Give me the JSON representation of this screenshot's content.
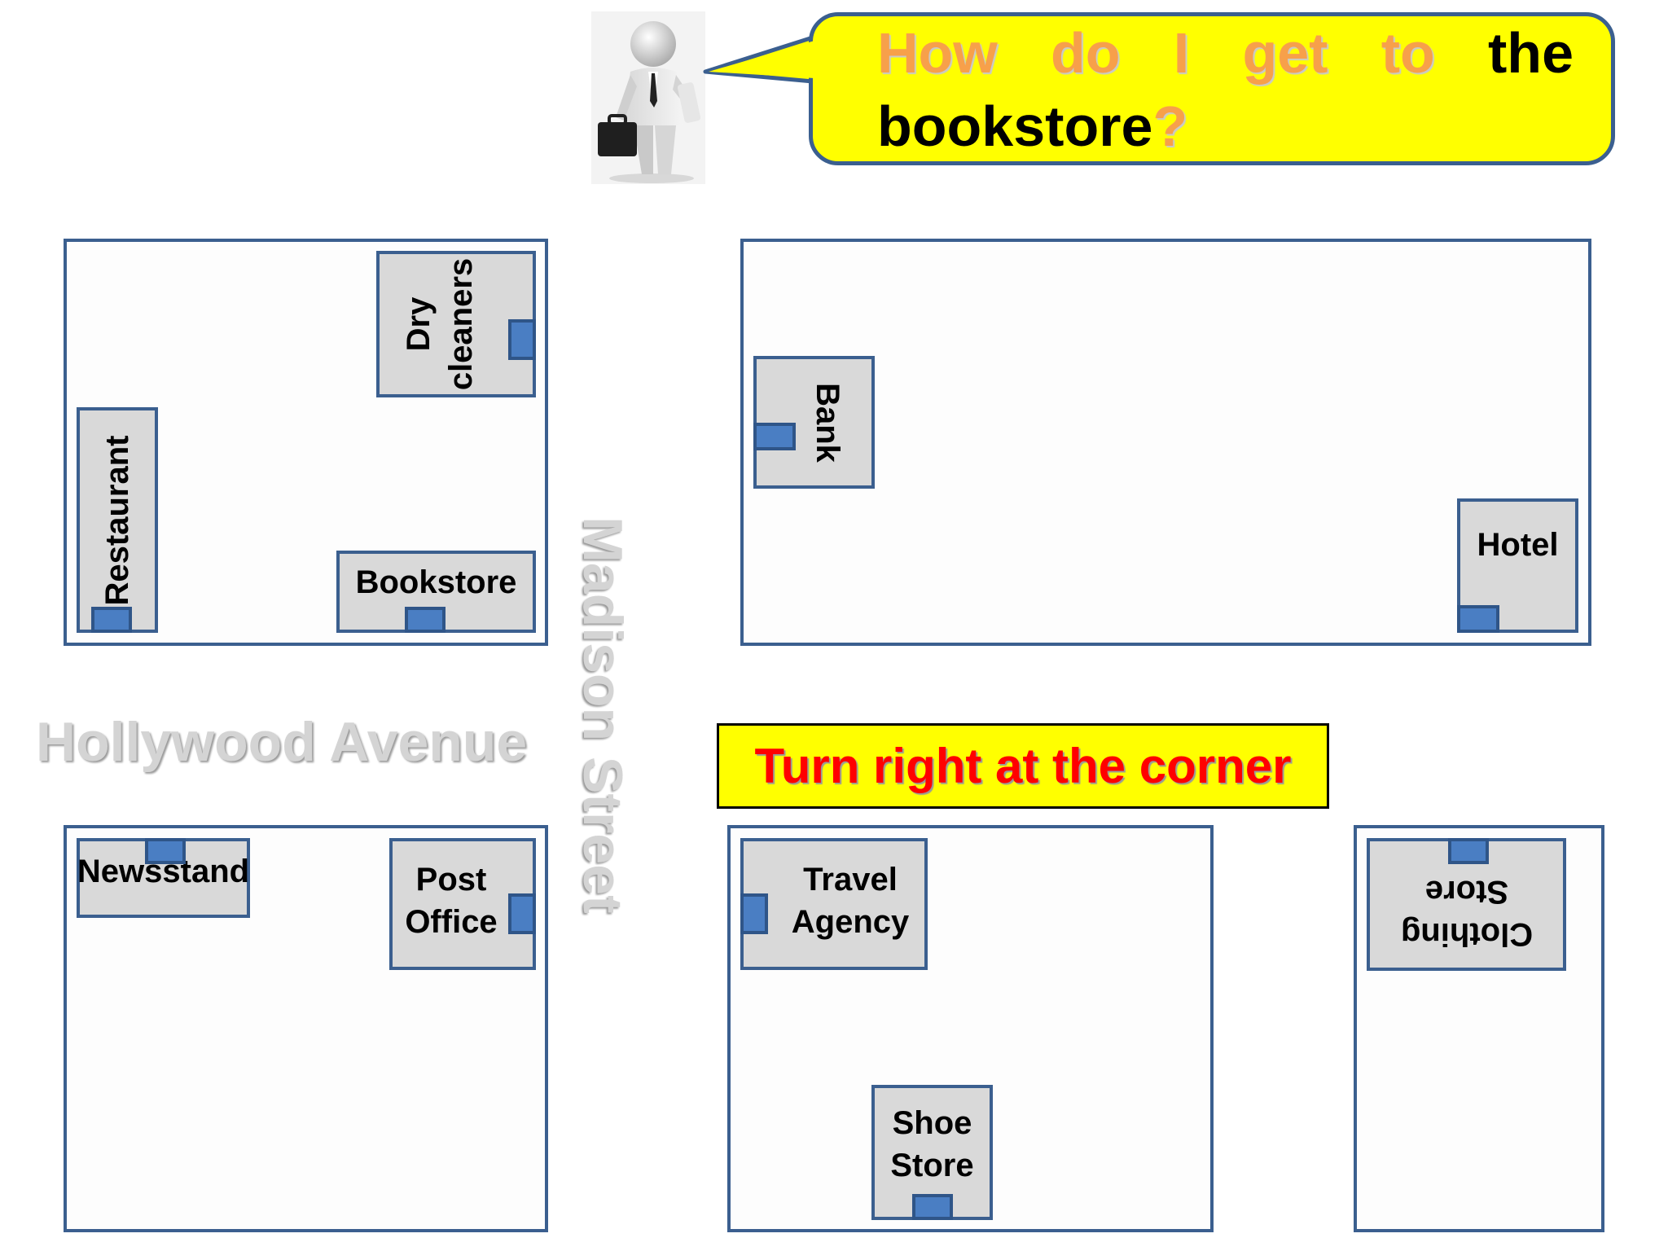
{
  "question": {
    "words": [
      "How",
      "do",
      "I",
      "get",
      "to",
      "the"
    ],
    "last_word": "bookstore",
    "punct": "?"
  },
  "instruction": "Turn right at the corner",
  "streets": {
    "horizontal": "Hollywood Avenue",
    "vertical": "Madison Street"
  },
  "buildings": {
    "dry_cleaners": [
      "Dry",
      "cleaners"
    ],
    "restaurant": "Restaurant",
    "bookstore": "Bookstore",
    "bank": "Bank",
    "hotel": "Hotel",
    "newsstand": "Newsstand",
    "post_office": [
      "Post",
      "Office"
    ],
    "travel_agency": [
      "Travel",
      "Agency"
    ],
    "shoe_store": [
      "Shoe",
      "Store"
    ],
    "clothing_store": [
      "Clothing",
      "Store"
    ]
  },
  "colors": {
    "bubble": "#ffff00",
    "question_orange": "#f7a04a",
    "instruction_text": "#ff0000",
    "block_border": "#3b5f8f",
    "building_fill": "#d9d9d9",
    "door": "#4a7ec3"
  }
}
